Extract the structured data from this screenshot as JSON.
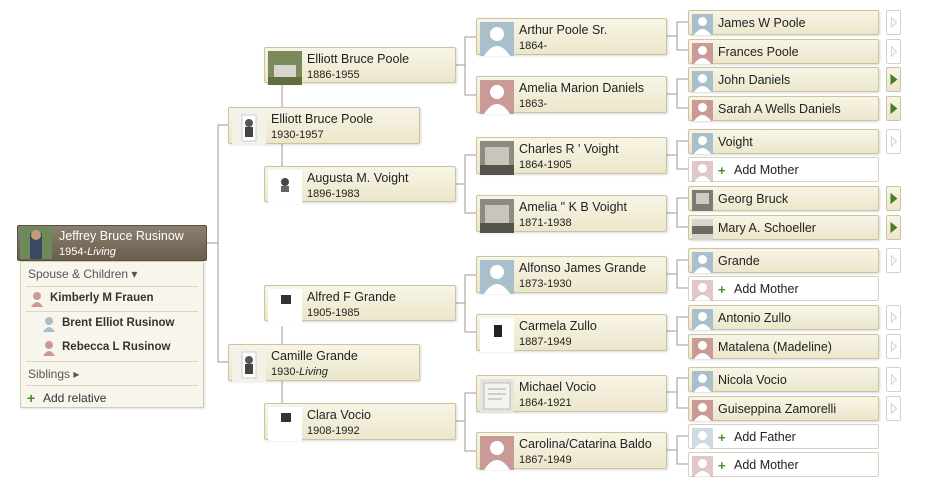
{
  "root": {
    "name": "Jeffrey Bruce Rusinow",
    "birth": "1954-",
    "living": "Living"
  },
  "panel": {
    "spouse_header": "Spouse & Children ▾",
    "spouse": "Kimberly M Frauen",
    "children": [
      "Brent Elliot Rusinow",
      "Rebecca L Rusinow"
    ],
    "siblings": "Siblings ▸",
    "add_relative": "Add relative"
  },
  "gen2": [
    {
      "name": "Elliott Bruce Poole",
      "dates": "1930-1957"
    },
    {
      "name": "Camille Grande",
      "birth": "1930-",
      "living": "Living"
    }
  ],
  "gen3": [
    {
      "name": "Elliott Bruce Poole",
      "dates": "1886-1955"
    },
    {
      "name": "Augusta M. Voight",
      "dates": "1896-1983"
    },
    {
      "name": "Alfred F Grande",
      "dates": "1905-1985"
    },
    {
      "name": "Clara Vocio",
      "dates": "1908-1992"
    }
  ],
  "gen4": [
    {
      "name": "Arthur Poole Sr.",
      "dates": "1864-"
    },
    {
      "name": "Amelia Marion Daniels",
      "dates": "1863-"
    },
    {
      "name": "Charles R ' Voight",
      "dates": "1864-1905"
    },
    {
      "name": "Amelia \" K B Voight",
      "dates": "1871-1938"
    },
    {
      "name": "Alfonso James Grande",
      "dates": "1873-1930"
    },
    {
      "name": "Carmela Zullo",
      "dates": "1887-1949"
    },
    {
      "name": "Michael Vocio",
      "dates": "1864-1921"
    },
    {
      "name": "Carolina/Catarina Baldo",
      "dates": "1867-1949"
    }
  ],
  "gen5": [
    {
      "name": "James W Poole"
    },
    {
      "name": "Frances Poole"
    },
    {
      "name": "John Daniels"
    },
    {
      "name": "Sarah A Wells Daniels"
    },
    {
      "name": "Voight"
    },
    {
      "name": "Add Mother"
    },
    {
      "name": "Georg Bruck"
    },
    {
      "name": "Mary A. Schoeller"
    },
    {
      "name": "Grande"
    },
    {
      "name": "Add Mother"
    },
    {
      "name": "Antonio Zullo"
    },
    {
      "name": "Matalena (Madeline)"
    },
    {
      "name": "Nicola Vocio"
    },
    {
      "name": "Guiseppina Zamorelli"
    },
    {
      "name": "Add Father"
    },
    {
      "name": "Add Mother"
    }
  ],
  "colors": {
    "accent": "#4a8a2a",
    "card": "#efe9d0",
    "root": "#7a6e5f"
  }
}
